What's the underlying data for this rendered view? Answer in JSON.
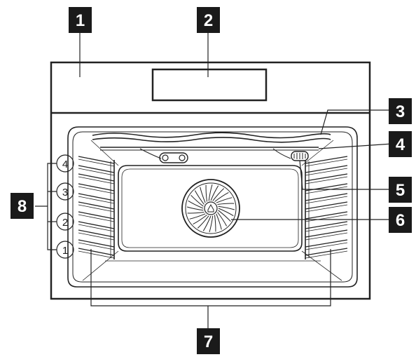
{
  "diagram": {
    "callouts": [
      "1",
      "2",
      "3",
      "4",
      "5",
      "6",
      "7",
      "8"
    ],
    "shelf_levels": [
      "1",
      "2",
      "3",
      "4"
    ]
  },
  "colors": {
    "label_box": "#1a1a1a",
    "label_text": "#ffffff",
    "line": "#222222",
    "background": "#ffffff"
  }
}
